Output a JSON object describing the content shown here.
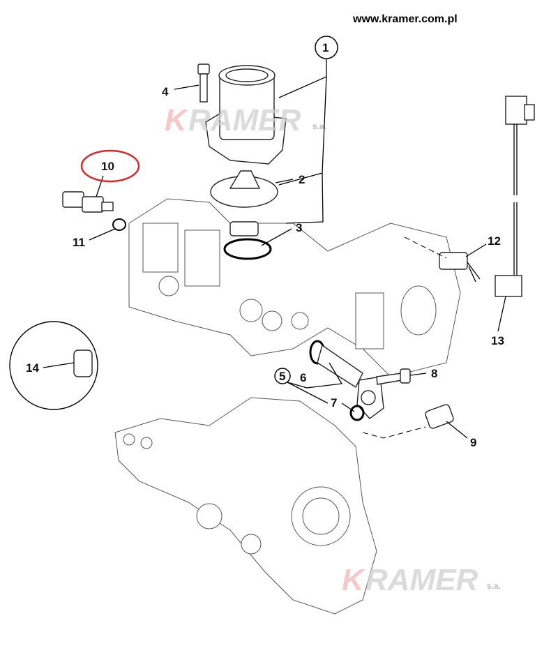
{
  "header": {
    "url": "www.kramer.com.pl"
  },
  "watermark": {
    "brand": "KRAMER",
    "suffix": "s.a."
  },
  "callouts": [
    "1",
    "2",
    "3",
    "4",
    "5",
    "6",
    "7",
    "8",
    "9",
    "10",
    "11",
    "12",
    "13",
    "14"
  ],
  "highlight": {
    "part": "10",
    "color": "#d9262c"
  }
}
